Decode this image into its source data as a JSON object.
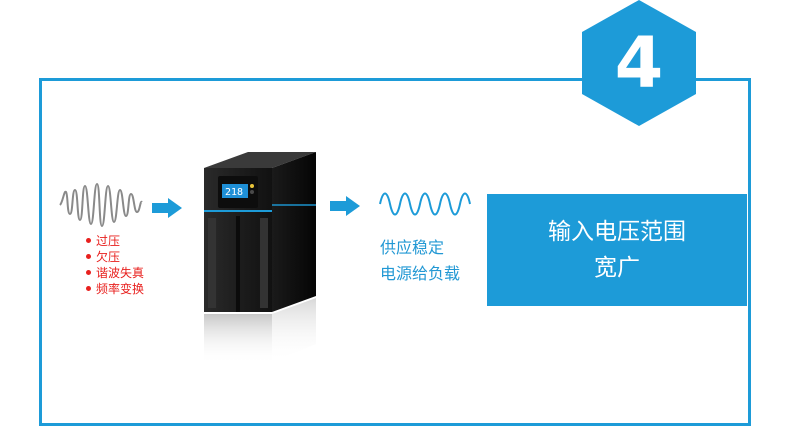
{
  "badge": {
    "number": "4",
    "color": "#1d9bd8"
  },
  "frame_color": "#1d9bd8",
  "input_issues": [
    "过压",
    "欠压",
    "谐波失真",
    "频率变换"
  ],
  "issue_color": "#e8201e",
  "output_text": {
    "line1": "供应稳定",
    "line2": "电源给负载"
  },
  "panel": {
    "line1": "输入电压范围",
    "line2": "宽广"
  },
  "ups_display": "218",
  "icons": [
    "noisy-wave-icon",
    "arrow-right-icon",
    "ups-device-image",
    "clean-wave-icon"
  ]
}
